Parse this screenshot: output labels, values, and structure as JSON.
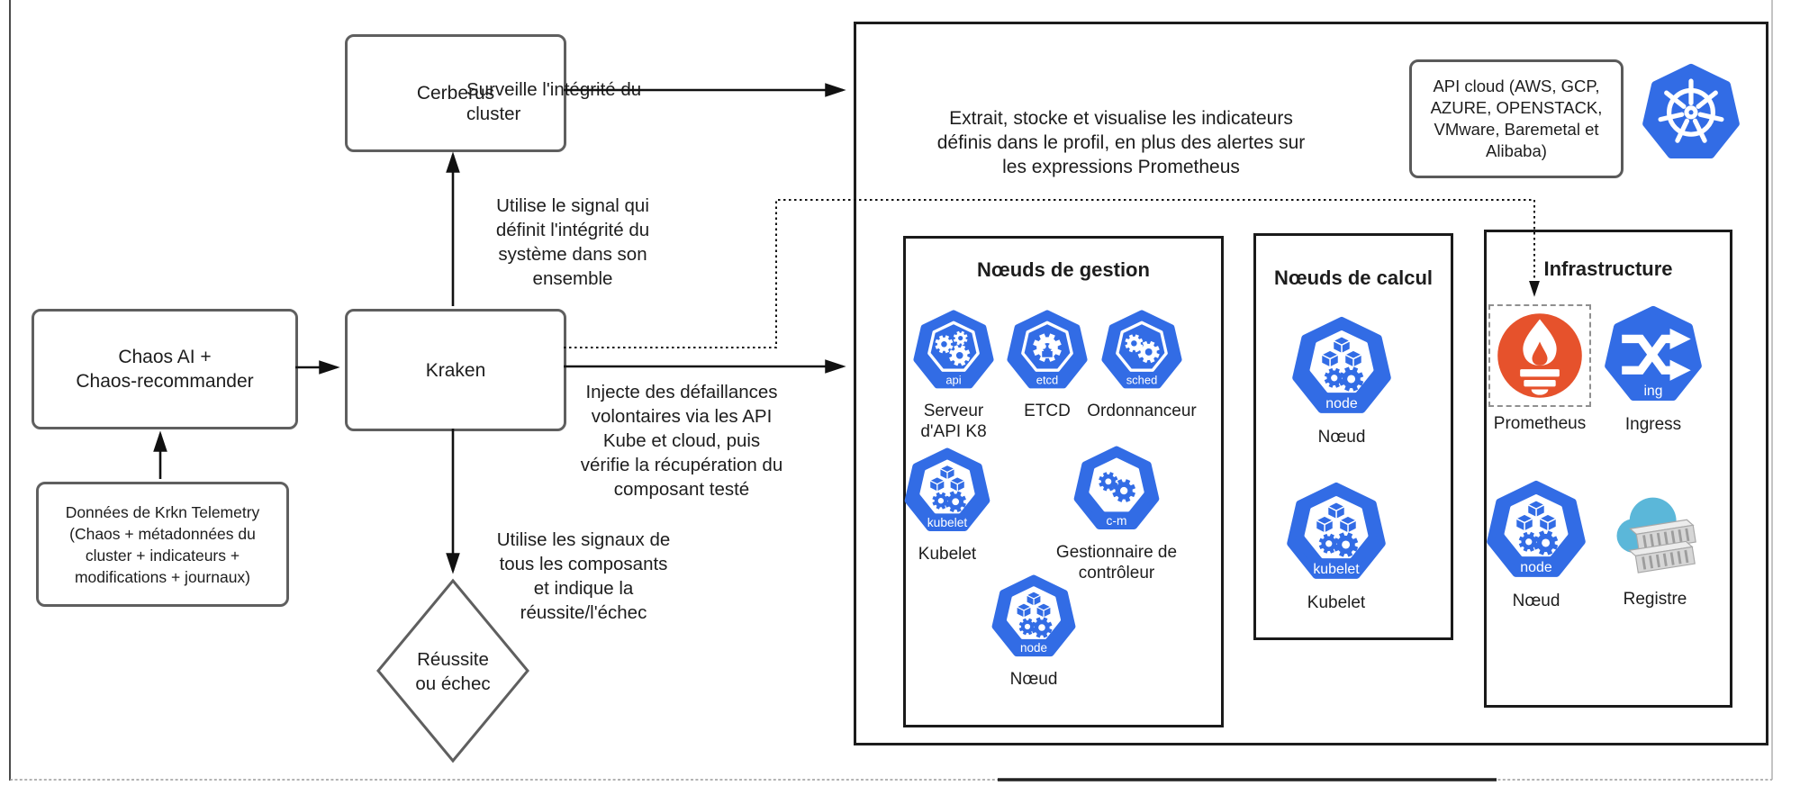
{
  "nodes": {
    "cerberus": "Cerberus",
    "kraken": "Kraken",
    "chaos_ai": [
      "Chaos AI +",
      "Chaos-recommander"
    ],
    "telemetry": [
      "Données de Krkn Telemetry",
      "(Chaos + métadonnées du",
      "cluster + indicateurs +",
      "modifications + journaux)"
    ],
    "outcome": [
      "Réussite",
      "ou échec"
    ]
  },
  "edges": {
    "monitor": [
      "Surveille l'intégrité du",
      "cluster"
    ],
    "signal": [
      "Utilise le signal qui",
      "définit l'intégrité du",
      "système dans son",
      "ensemble"
    ],
    "inject": [
      "Injecte des défaillances",
      "volontaires via les API",
      "Kube et cloud, puis",
      "vérifie la récupération du",
      "composant testé"
    ],
    "signals_all": [
      "Utilise les signaux de",
      "tous les composants",
      "et indique la",
      "réussite/l'échec"
    ]
  },
  "cluster": {
    "description": [
      "Extrait, stocke et visualise les indicateurs",
      "définis dans le profil, en plus des alertes sur",
      "les expressions Prometheus"
    ],
    "api_cloud": [
      "API cloud (AWS, GCP,",
      "AZURE, OPENSTACK,",
      "VMware, Baremetal et",
      "Alibaba)"
    ],
    "panels": [
      {
        "id": "gestion",
        "title": "Nœuds de gestion",
        "items": [
          {
            "icon": "k8s-api-server",
            "band": "api",
            "variant": "solid",
            "glyph": "gears3",
            "caption": [
              "Serveur",
              "d'API K8"
            ]
          },
          {
            "icon": "k8s-etcd",
            "band": "etcd",
            "variant": "solid",
            "glyph": "etcd",
            "caption": [
              "ETCD"
            ]
          },
          {
            "icon": "k8s-scheduler",
            "band": "sched",
            "variant": "solid",
            "glyph": "gears2",
            "caption": [
              "Ordonnanceur"
            ]
          },
          {
            "icon": "k8s-kubelet",
            "band": "kubelet",
            "variant": "light",
            "glyph": "cubes",
            "caption": [
              "Kubelet"
            ]
          },
          {
            "icon": "k8s-controller-manager",
            "band": "c-m",
            "variant": "light",
            "glyph": "gears2",
            "caption": [
              "Gestionnaire de",
              "contrôleur"
            ]
          },
          {
            "icon": "k8s-node",
            "band": "node",
            "variant": "light",
            "glyph": "cubes",
            "caption": [
              "Nœud"
            ]
          }
        ]
      },
      {
        "id": "calcul",
        "title": "Nœuds de calcul",
        "items": [
          {
            "icon": "k8s-node",
            "band": "node",
            "variant": "light",
            "glyph": "cubes",
            "caption": [
              "Nœud"
            ]
          },
          {
            "icon": "k8s-kubelet",
            "band": "kubelet",
            "variant": "light",
            "glyph": "cubes",
            "caption": [
              "Kubelet"
            ]
          }
        ]
      },
      {
        "id": "infra",
        "title": "Infrastructure",
        "items": [
          {
            "icon": "prometheus",
            "caption": [
              "Prometheus"
            ],
            "selected": true
          },
          {
            "icon": "ingress",
            "band": "ing",
            "caption": [
              "Ingress"
            ]
          },
          {
            "icon": "k8s-node",
            "band": "node",
            "variant": "light",
            "glyph": "cubes",
            "caption": [
              "Nœud"
            ]
          },
          {
            "icon": "registry",
            "caption": [
              "Registre"
            ]
          }
        ]
      }
    ]
  },
  "colors": {
    "k8s_blue": "#326CE5",
    "prometheus_orange": "#E6522C",
    "cloud_cyan": "#5BB7D9",
    "container_gray": "#D6D6D6"
  }
}
